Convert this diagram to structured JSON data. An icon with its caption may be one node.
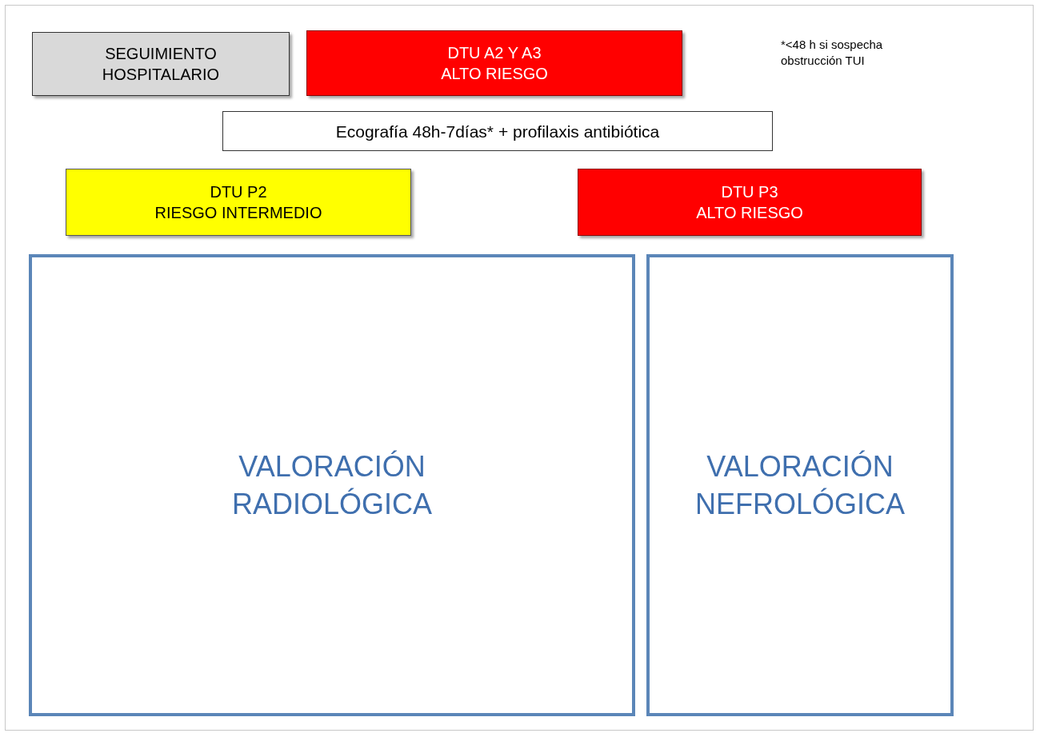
{
  "diagram": {
    "nodes": [
      {
        "text": [
          "SEGUIMIENTO HOSPITALARIO"
        ]
      },
      {
        "text": [
          "DTU A2 Y A3",
          "ALTO RIESGO"
        ]
      },
      {
        "text": [
          "Ecografía 48h-7días* + profilaxis antibiótica"
        ]
      },
      {
        "text": [
          "DTU P2",
          "RIESGO INTERMEDIO"
        ]
      },
      {
        "text": [
          "DTU P3",
          "ALTO RIESGO"
        ]
      },
      {
        "text": [
          "VALORACIÓN RADIOLÓGICA"
        ]
      },
      {
        "text": [
          "VALORACIÓN NEFROLÓGICA"
        ]
      }
    ],
    "edges": [],
    "labels": [
      "*<48 h si sospecha obstrucción TUI"
    ]
  }
}
